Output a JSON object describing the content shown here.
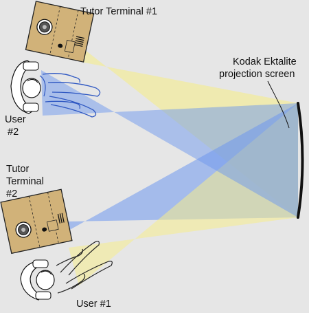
{
  "labels": {
    "tutor_terminal_1": "Tutor Terminal #1",
    "tutor_terminal_2_line1": "Tutor",
    "tutor_terminal_2_line2": "Terminal",
    "tutor_terminal_2_line3": "#2",
    "screen_line1": "Kodak Ektalite",
    "screen_line2": "projection screen",
    "user_2_line1": "User",
    "user_2_line2": "#2",
    "user_1": "User #1"
  },
  "colors": {
    "background": "#e6e6e6",
    "terminal_body": "#d1b279",
    "yellow_beam": "#f5ec8c",
    "blue_beam": "#7aa2ee",
    "blue_figure": "#2e57c2",
    "screen": "#111111"
  },
  "icons": {
    "terminal": "projector-terminal-icon",
    "user": "seated-user-icon"
  }
}
